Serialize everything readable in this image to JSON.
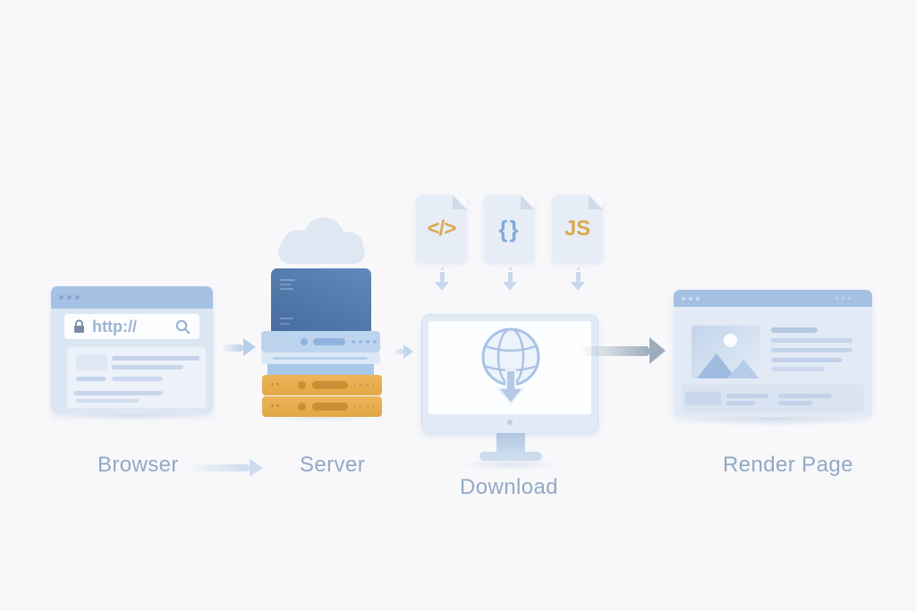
{
  "labels": {
    "browser": "Browser",
    "server": "Server",
    "download": "Download",
    "render_page": "Render Page"
  },
  "browser_window": {
    "url": "http://"
  },
  "files": [
    {
      "name": "html-file",
      "glyph": "</>",
      "color": "#dca94e"
    },
    {
      "name": "css-file",
      "glyph": "{}",
      "color": "#82a9de"
    },
    {
      "name": "js-file",
      "glyph": "JS",
      "color": "#dca94e"
    }
  ],
  "icons": {
    "url_bar": [
      "lock-icon",
      "search-icon"
    ],
    "server": [
      "cloud-icon"
    ],
    "download": [
      "globe-icon",
      "download-arrow-icon"
    ],
    "file_arrows": [
      "down-arrow-icon",
      "down-arrow-icon",
      "down-arrow-icon"
    ]
  },
  "colors": {
    "background": "#f8f8fb",
    "window_titlebar": "#a6c1e4",
    "window_body": "#dde7f4",
    "server_tower_dark": "#4d76a9",
    "server_rack_light": "#bdd4ef",
    "server_rack_yellow": "#e7ac4d",
    "file_glyph_amber": "#dca94e",
    "file_glyph_blue": "#82a9de",
    "flow_arrow_light": "#b9cfe9",
    "flow_arrow_dark": "#9dadbd",
    "label_text": "#92a8c4"
  }
}
